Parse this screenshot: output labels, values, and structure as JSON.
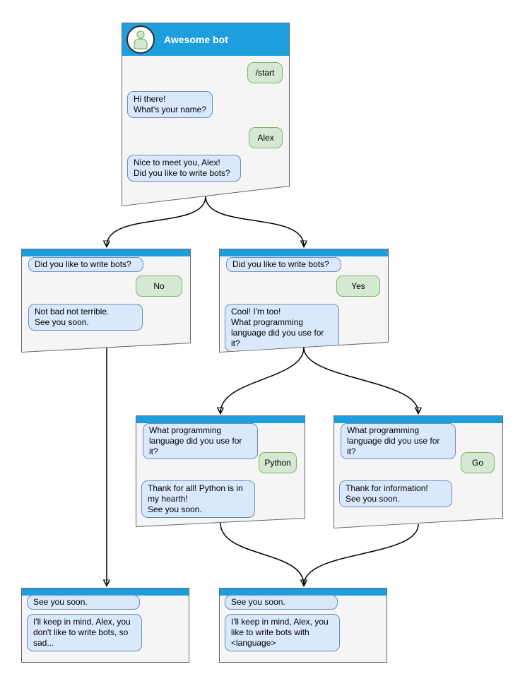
{
  "colors": {
    "titlebar_blue": "#1f9ede",
    "window_bg": "#f5f5f5",
    "window_border": "#666666",
    "bot_bubble_fill": "#dae8fc",
    "bot_bubble_border": "#6c8ebf",
    "user_bubble_fill": "#d5e8d4",
    "user_bubble_border": "#82b366",
    "connector": "#000000"
  },
  "windows": {
    "main": {
      "title": "Awesome bot",
      "avatar_icon": "person-icon",
      "user1": "/start",
      "bot1": "Hi there!\nWhat's your name?",
      "user2": "Alex",
      "bot2": "Nice to meet you, Alex!\nDid you like to write bots?"
    },
    "no_branch": {
      "quote": "Did you like to write bots?",
      "user": "No",
      "bot": "Not bad not terrible.\nSee you soon."
    },
    "yes_branch": {
      "quote": "Did you like to write bots?",
      "user": "Yes",
      "bot": "Cool! I'm too!\nWhat programming\nlanguage did you use for it?"
    },
    "python_branch": {
      "quote": "What programming\nlanguage did you use for it?",
      "user": "Python",
      "bot": "Thank for all! Python is in\nmy hearth!\nSee you soon."
    },
    "go_branch": {
      "quote": "What programming\nlanguage did you use for it?",
      "user": "Go",
      "bot": "Thank for information!\nSee you soon."
    },
    "final_no": {
      "quote": "See you soon.",
      "bot": "I'll keep in mind, Alex, you\ndon't like to write bots, so\nsad..."
    },
    "final_yes": {
      "quote": "See you soon.",
      "bot": "I'll keep in mind, Alex, you\nlike to write bots with\n<language>"
    }
  }
}
